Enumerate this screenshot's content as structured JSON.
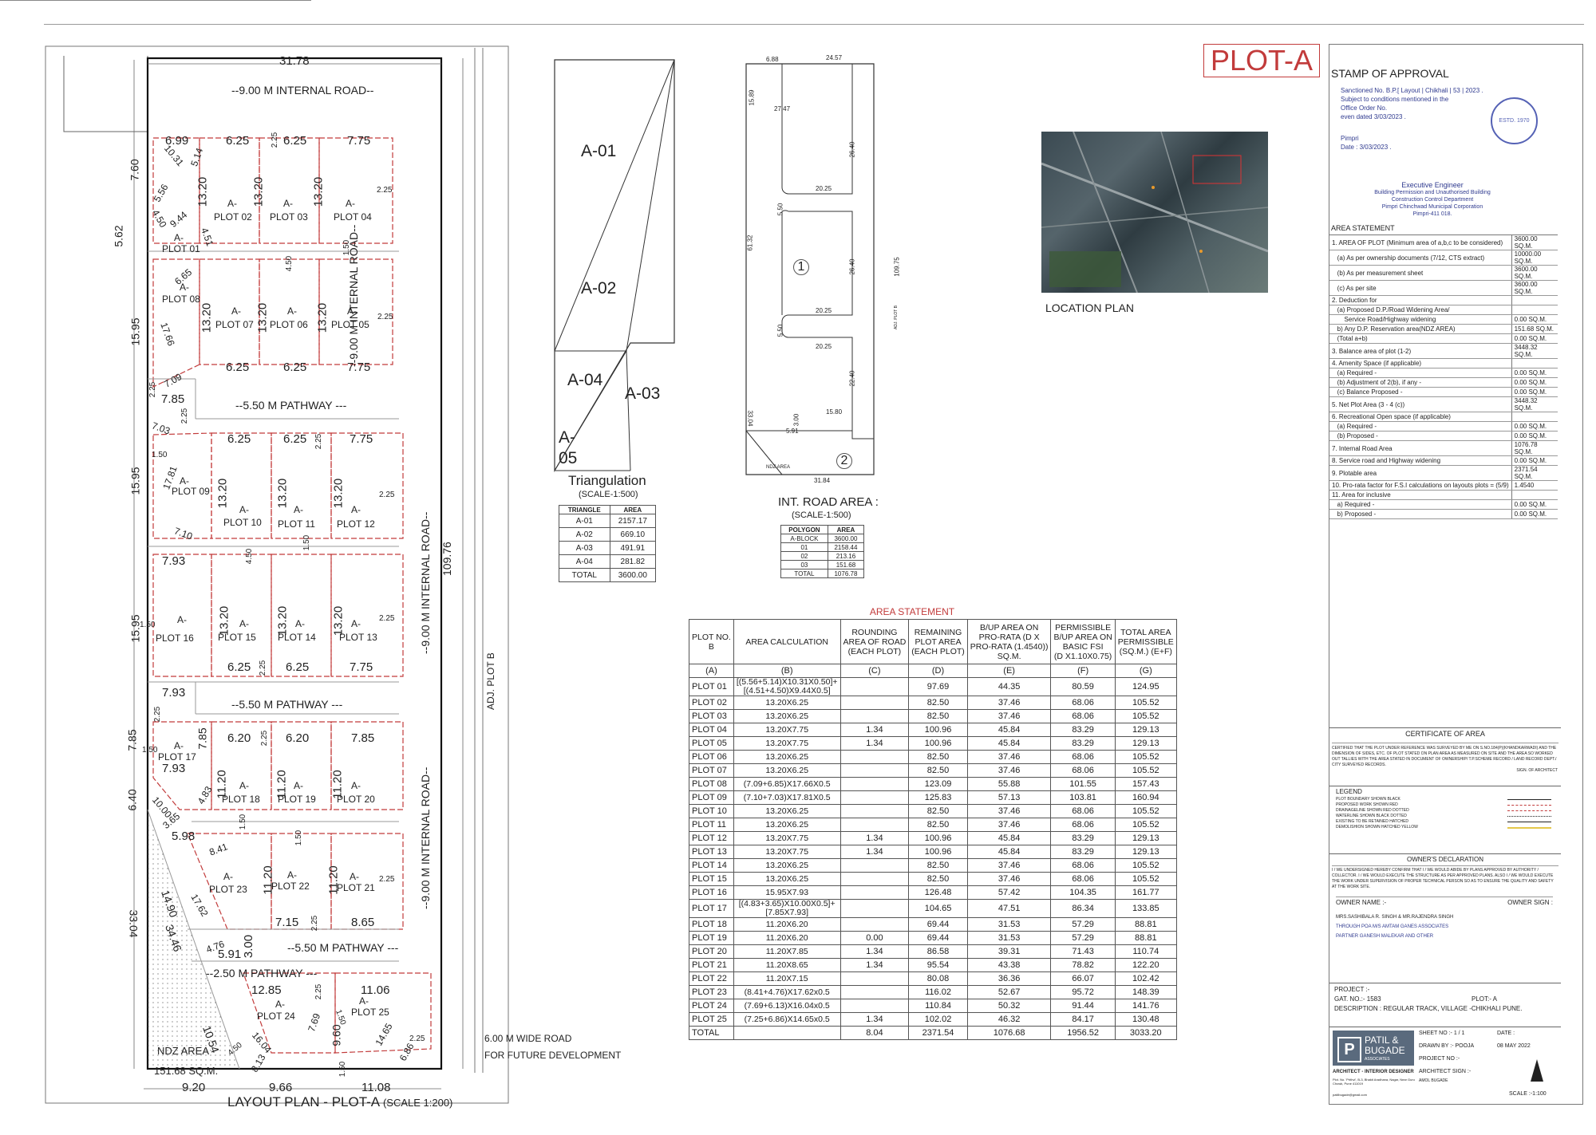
{
  "title": "PLOT-A",
  "layout": {
    "dims": {
      "top": "31.78",
      "left_6_99": "6.99",
      "d625a": "6.25",
      "d625b": "6.25",
      "d775a": "7.75",
      "d1320": "13.20",
      "d760": "7.60",
      "d562": "5.62",
      "d1595a": "15.95",
      "d1595b": "15.95",
      "d1595c": "15.95",
      "d785": "7.85",
      "d640": "6.40",
      "d3304": "33.04",
      "d1490": "14.90",
      "d3446": "34.46",
      "d1054": "10.54",
      "d920": "9.20",
      "d966": "9.66",
      "d1108": "11.08",
      "d1285": "12.85",
      "d1106": "11.06",
      "d793": "7.93",
      "d620": "6.20",
      "d1120": "11.20",
      "d598": "5.98",
      "d591": "5.91",
      "d715": "7.15",
      "d865": "8.65",
      "d225": "2.25",
      "d450": "4.50",
      "d150": "1.50",
      "d300": "3.00",
      "d1031": "10.31",
      "d514": "5.14",
      "d556": "5.56",
      "d944": "9.44",
      "d451": "4.51",
      "d665": "6.65",
      "d1766": "17.66",
      "d709": "7.09",
      "d703": "7.03",
      "d1781": "17.81",
      "d710": "7.10",
      "d1000": "10.00",
      "d365": "3.65",
      "d483": "4.83",
      "d841": "8.41",
      "d1762": "17.62",
      "d476": "4.76",
      "d1604": "16.04",
      "d769": "7.69",
      "d960": "9.60",
      "d1465": "14.65",
      "d686": "6.86",
      "d813": "8.13",
      "d10976": "109.76"
    },
    "internal_road_top": "--9.00 M  INTERNAL ROAD--",
    "internal_road_side_1": "--9.00 M  INTERNAL ROAD--",
    "internal_road_side_2": "--9.00 M  INTERNAL ROAD--",
    "internal_road_side_3": "--9.00 M  INTERNAL ROAD--",
    "pathway_1": "--5.50 M PATHWAY ---",
    "pathway_2": "--5.50 M PATHWAY ---",
    "pathway_3": "--5.50 M PATHWAY ---",
    "pathway_4": "--2.50 M PATHWAY ---",
    "adj_plot": "ADJ. PLOT B",
    "wide_road_1": "6.00 M WIDE ROAD",
    "wide_road_2": "FOR FUTURE DEVELOPMENT",
    "ndz_area": "NDZ AREA",
    "ndz_value": "151.68 SQ.M.",
    "plot_prefix": "A-",
    "plots": {
      "p01": "PLOT 01",
      "p02": "PLOT 02",
      "p03": "PLOT 03",
      "p04": "PLOT 04",
      "p05": "PLOT 05",
      "p06": "PLOT 06",
      "p07": "PLOT 07",
      "p08": "PLOT 08",
      "p09": "PLOT 09",
      "p10": "PLOT 10",
      "p11": "PLOT 11",
      "p12": "PLOT 12",
      "p13": "PLOT 13",
      "p14": "PLOT 14",
      "p15": "PLOT 15",
      "p16": "PLOT 16",
      "p17": "PLOT 17",
      "p18": "PLOT 18",
      "p19": "PLOT 19",
      "p20": "PLOT 20",
      "p21": "PLOT 21",
      "p22": "PLOT 22",
      "p23": "PLOT 23",
      "p24": "PLOT 24",
      "p25": "PLOT 25"
    },
    "caption": "LAYOUT PLAN - PLOT-A",
    "caption_scale": "(SCALE 1:200)"
  },
  "triangulation": {
    "labels": {
      "a01": "A-01",
      "a02": "A-02",
      "a03": "A-03",
      "a04": "A-04",
      "a05": "A-\n05"
    },
    "title": "Triangulation",
    "scale": "(SCALE-1:500)",
    "headers": [
      "TRIANGLE",
      "AREA"
    ],
    "rows": [
      [
        "A-01",
        "2157.17"
      ],
      [
        "A-02",
        "669.10"
      ],
      [
        "A-03",
        "491.91"
      ],
      [
        "A-04",
        "281.82"
      ],
      [
        "TOTAL",
        "3600.00"
      ]
    ]
  },
  "int_road": {
    "dims": {
      "d688": "6.88",
      "d2457": "24.57",
      "d1589": "15.89",
      "d2747": "27.47",
      "d2640a": "26.40",
      "d2025a": "20.25",
      "d550a": "5.50",
      "d6132": "61.32",
      "d2640b": "26.40",
      "d10975": "109.75",
      "d2025b": "20.25",
      "d550b": "5.50",
      "d2025c": "20.25",
      "d2240": "22.40",
      "d300": "3.00",
      "d1580": "15.80",
      "d591": "5.91",
      "d3304": "33.04",
      "d3184": "31.84"
    },
    "region1": "1",
    "region2": "2",
    "ndz": "NDZ AREA",
    "adj_plot": "ADJ. PLOT B",
    "title": "INT. ROAD AREA :",
    "scale": "(SCALE-1:500)",
    "headers": [
      "POLYGON",
      "AREA"
    ],
    "rows": [
      [
        "A-BLOCK",
        "3600.00"
      ],
      [
        "01",
        "2158.44"
      ],
      [
        "02",
        "213.16"
      ],
      [
        "03",
        "151.68"
      ],
      [
        "TOTAL",
        "1076.78"
      ]
    ]
  },
  "location_plan": {
    "label": "LOCATION PLAN"
  },
  "area_statement": {
    "title": "AREA STATEMENT",
    "headers": [
      "PLOT NO.\nB",
      "AREA CALCULATION",
      "ROUNDING\nAREA OF ROAD\n(EACH PLOT)",
      "REMAINING\nPLOT AREA\n(EACH PLOT)",
      "B/UP AREA ON\nPRO-RATA (D X\nPRO-RATA (1.4540))\nSQ.M.",
      "PERMISSIBLE\nB/UP AREA ON\nBASIC FSI\n(D X1.10X0.75)",
      "TOTAL AREA\nPERMISSIBLE\n(SQ.M.) (E+F)"
    ],
    "subheaders": [
      "(A)",
      "(B)",
      "(C)",
      "(D)",
      "(E)",
      "(F)",
      "(G)"
    ],
    "rows": [
      [
        "PLOT 01",
        "[(5.56+5.14)X10.31X0.50]+\n[(4.51+4.50)X9.44X0.5]",
        "",
        "97.69",
        "44.35",
        "80.59",
        "124.95"
      ],
      [
        "PLOT 02",
        "13.20X6.25",
        "",
        "82.50",
        "37.46",
        "68.06",
        "105.52"
      ],
      [
        "PLOT 03",
        "13.20X6.25",
        "",
        "82.50",
        "37.46",
        "68.06",
        "105.52"
      ],
      [
        "PLOT 04",
        "13.20X7.75",
        "1.34",
        "100.96",
        "45.84",
        "83.29",
        "129.13"
      ],
      [
        "PLOT 05",
        "13.20X7.75",
        "1.34",
        "100.96",
        "45.84",
        "83.29",
        "129.13"
      ],
      [
        "PLOT 06",
        "13.20X6.25",
        "",
        "82.50",
        "37.46",
        "68.06",
        "105.52"
      ],
      [
        "PLOT 07",
        "13.20X6.25",
        "",
        "82.50",
        "37.46",
        "68.06",
        "105.52"
      ],
      [
        "PLOT 08",
        "(7.09+6.85)X17.66X0.5",
        "",
        "123.09",
        "55.88",
        "101.55",
        "157.43"
      ],
      [
        "PLOT 09",
        "(7.10+7.03)X17.81X0.5",
        "",
        "125.83",
        "57.13",
        "103.81",
        "160.94"
      ],
      [
        "PLOT 10",
        "13.20X6.25",
        "",
        "82.50",
        "37.46",
        "68.06",
        "105.52"
      ],
      [
        "PLOT 11",
        "13.20X6.25",
        "",
        "82.50",
        "37.46",
        "68.06",
        "105.52"
      ],
      [
        "PLOT 12",
        "13.20X7.75",
        "1.34",
        "100.96",
        "45.84",
        "83.29",
        "129.13"
      ],
      [
        "PLOT 13",
        "13.20X7.75",
        "1.34",
        "100.96",
        "45.84",
        "83.29",
        "129.13"
      ],
      [
        "PLOT 14",
        "13.20X6.25",
        "",
        "82.50",
        "37.46",
        "68.06",
        "105.52"
      ],
      [
        "PLOT 15",
        "13.20X6.25",
        "",
        "82.50",
        "37.46",
        "68.06",
        "105.52"
      ],
      [
        "PLOT 16",
        "15.95X7.93",
        "",
        "126.48",
        "57.42",
        "104.35",
        "161.77"
      ],
      [
        "PLOT 17",
        "[(4.83+3.65)X10.00X0.5]+\n[7.85X7.93]",
        "",
        "104.65",
        "47.51",
        "86.34",
        "133.85"
      ],
      [
        "PLOT 18",
        "11.20X6.20",
        "",
        "69.44",
        "31.53",
        "57.29",
        "88.81"
      ],
      [
        "PLOT 19",
        "11.20X6.20",
        "0.00",
        "69.44",
        "31.53",
        "57.29",
        "88.81"
      ],
      [
        "PLOT 20",
        "11.20X7.85",
        "1.34",
        "86.58",
        "39.31",
        "71.43",
        "110.74"
      ],
      [
        "PLOT 21",
        "11.20X8.65",
        "1.34",
        "95.54",
        "43.38",
        "78.82",
        "122.20"
      ],
      [
        "PLOT 22",
        "11.20X7.15",
        "",
        "80.08",
        "36.36",
        "66.07",
        "102.42"
      ],
      [
        "PLOT 23",
        "(8.41+4.76)X17.62x0.5",
        "",
        "116.02",
        "52.67",
        "95.72",
        "148.39"
      ],
      [
        "PLOT 24",
        "(7.69+6.13)X16.04x0.5",
        "",
        "110.84",
        "50.32",
        "91.44",
        "141.76"
      ],
      [
        "PLOT 25",
        "(7.25+6.86)X14.65x0.5",
        "1.34",
        "102.02",
        "46.32",
        "84.17",
        "130.48"
      ],
      [
        "TOTAL",
        "",
        "8.04",
        "2371.54",
        "1076.68",
        "1956.52",
        "3033.20"
      ]
    ]
  },
  "stamp": {
    "title": "STAMP OF APPROVAL",
    "sanction_lines": [
      "Sanctioned No. B.P.[ Layout | Chikhali | 53 | 2023 .",
      "Subject to conditions mentioned in the",
      "Office Order No.",
      "even dated   3/03/2023 ."
    ],
    "place": "Pimpri",
    "date": "Date : 3/03/2023 .",
    "officer_lines": [
      "Executive Engineer",
      "Building Permission and Unauthorised Building",
      "Construction Control Department",
      "Pimpri Chinchwad Municipal Corporation",
      "Pimpri-411 018."
    ],
    "seal": "ESTD. 1970"
  },
  "side_area": {
    "title": "AREA STATEMENT",
    "rows": [
      [
        "1. AREA OF PLOT (Minimum area of a,b,c to be considered)",
        "3600.00 SQ.M."
      ],
      [
        "   (a) As per ownership documents (7/12, CTS extract)",
        "10000.00 SQ.M."
      ],
      [
        "   (b) As per measurement sheet",
        "3600.00 SQ.M."
      ],
      [
        "   (c) As per site",
        "3600.00 SQ.M."
      ],
      [
        "2. Deduction for",
        ""
      ],
      [
        "   (a) Proposed D.P./Road Widening Area/",
        ""
      ],
      [
        "       Service Road/Highway widening",
        "0.00 SQ.M."
      ],
      [
        "   b) Any D.P. Reservation area(NDZ AREA)",
        "151.68 SQ.M."
      ],
      [
        "   (Total a+b)",
        "0.00 SQ.M."
      ],
      [
        "3. Balance area of plot (1-2)",
        "3448.32 SQ.M."
      ],
      [
        "4. Amenity Space (if applicable)",
        ""
      ],
      [
        "   (a) Required -",
        "0.00 SQ.M."
      ],
      [
        "   (b) Adjustment of 2(b), if any -",
        "0.00 SQ.M."
      ],
      [
        "   (c) Balance Proposed -",
        "0.00 SQ.M."
      ],
      [
        "5. Net Plot Area (3 - 4 (c))",
        "3448.32 SQ.M."
      ],
      [
        "6. Recreational Open space (if applicable)",
        ""
      ],
      [
        "   (a) Required -",
        "0.00 SQ.M."
      ],
      [
        "   (b) Proposed -",
        "0.00 SQ.M."
      ],
      [
        "7. Internal Road Area",
        "1076.78 SQ.M."
      ],
      [
        "8. Service road and Highway widening",
        "0.00 SQ.M."
      ],
      [
        "9. Plotable area",
        "2371.54 SQ.M."
      ],
      [
        "10. Pro-rata factor for F.S.I calculations on layouts plots = (5/9)",
        "1.4540"
      ],
      [
        "11. Area for inclusive",
        ""
      ],
      [
        "   a) Required -",
        "0.00 SQ.M."
      ],
      [
        "   b) Proposed -",
        "0.00 SQ.M."
      ]
    ]
  },
  "certificate": {
    "title": "CERTIFICATE OF AREA",
    "text": "CERTIFIED THAT THE PLOT UNDER REFERENCE WAS SURVEYED BY ME ON S.NO.184(P)(KHANDKARWADI) AND THE DIMENSION OF SIDES, ETC. OF PLOT STATED ON PLAN AREA AS MEASURED ON SITE AND THE AREA SO WORKED OUT TALLIES WITH THE AREA STATED IN DOCUMENT OF OWNERSHIP/ T.P.SCHEME RECORD / LAND RECORD DEPT./ CITY SURVEYED RECORDS.",
    "sign": "SIGN. OF ARCHITECT"
  },
  "legend": {
    "title": "LEGEND",
    "items": [
      "PLOT BOUNDARY SHOWN BLACK",
      "PROPOSED WORK SHOWN RED",
      "DRAINAGELINE SHOWN RED DOTTED",
      "WATERLINE SHOWN BLACK DOTTED",
      "EXISTING TO BE RETAINED HATCHED",
      "DEMOLISHION SHOWN HATCHED YELLOW"
    ]
  },
  "owner": {
    "title": "OWNER'S DECLARATION",
    "text": "I / WE UNDERSIGNED HEREBY CONFIRM THAT I / WE WOULD ABIDE BY PLANS APPROVED BY AUTHORITY / COLLECTOR. I / WE WOULD EXECUTE THE STRUCTURE AS PER APPROVED PLANS. ALSO I / WE WOULD EXECUTE THE WORK UNDER SUPERVISION OF PROPER TECHNICAL PERSON SO AS TO ENSURE THE QUALITY AND SAFETY AT THE WORK SITE.",
    "name_label": "OWNER NAME :-",
    "sign_label": "OWNER SIGN :",
    "names": [
      "MRS.SASHIBALA R. SINGH & MR.RAJENDRA SINGH",
      "THROUGH POA M/S AMTAM GANES ASSOCIATES",
      "PARTNER GANESH MALEKAR AND OTHER"
    ]
  },
  "project": {
    "label": "PROJECT :-",
    "gat": "GAT. NO.:- 1583",
    "plot": "PLOT:- A",
    "description": "DESCRIPTION : REGULAR TRACK, VILLAGE -CHIKHALI PUNE."
  },
  "titleblock": {
    "firm_1": "PATIL &",
    "firm_2": "BUGADE",
    "firm_3": "ASSOCIATES",
    "sheet_no": "SHEET NO :- 1 / 1",
    "date_label": "DATE :",
    "drawn_by": "DRAWN BY :- POOJA",
    "date_value": "08 MAY 2022",
    "project_no": "PROJECT NO :-",
    "architect_line": "ARCHITECT - INTERIOR DESIGNER",
    "address": "Plot. No. 'Prithvi', B-3, Bhakti Aradhana, Nagar, Near Guru Chowk, Pune 411019",
    "email": "patilbugade@gmail.com",
    "architect_sign": "ARCHITECT SIGN :-",
    "architect_name": "AMOL BUGADE",
    "scale": "SCALE :-1:100"
  }
}
